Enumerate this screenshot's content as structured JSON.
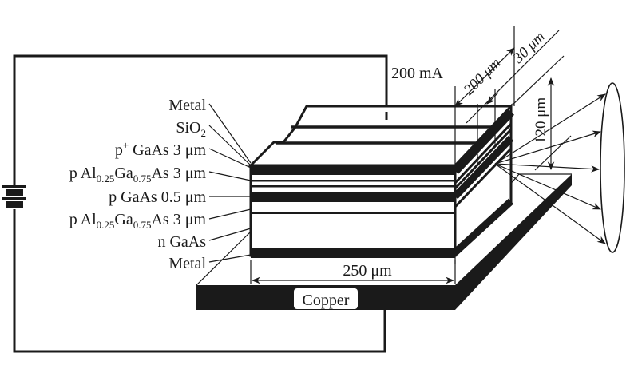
{
  "diagram": {
    "title": "GaAs/AlGaAs double-heterostructure laser diode",
    "current_label": "200 mA",
    "layer_labels": [
      {
        "main": "Metal",
        "sub1": "",
        "mid": "",
        "sub2": "",
        "tail": ""
      },
      {
        "main": "SiO",
        "sub1": "2",
        "mid": "",
        "sub2": "",
        "tail": ""
      },
      {
        "main": "p",
        "sup": "+",
        "rest": " GaAs 3 μm"
      },
      {
        "main": "p Al",
        "sub1": "0.25",
        "mid": "Ga",
        "sub2": "0.75",
        "tail": "As 3 μm"
      },
      {
        "main": "p GaAs 0.5 μm",
        "sub1": "",
        "mid": "",
        "sub2": "",
        "tail": ""
      },
      {
        "main": "p Al",
        "sub1": "0.25",
        "mid": "Ga",
        "sub2": "0.75",
        "tail": "As 3 μm"
      },
      {
        "main": "n GaAs",
        "sub1": "",
        "mid": "",
        "sub2": "",
        "tail": ""
      },
      {
        "main": "Metal",
        "sub1": "",
        "mid": "",
        "sub2": "",
        "tail": ""
      }
    ],
    "dimensions": {
      "length": "250 μm",
      "depth": "200 μm",
      "stripe": "30 μm",
      "height": "120 μm"
    },
    "substrate_label": "Copper",
    "colors": {
      "ink": "#1a1a1a",
      "background": "#ffffff"
    }
  }
}
